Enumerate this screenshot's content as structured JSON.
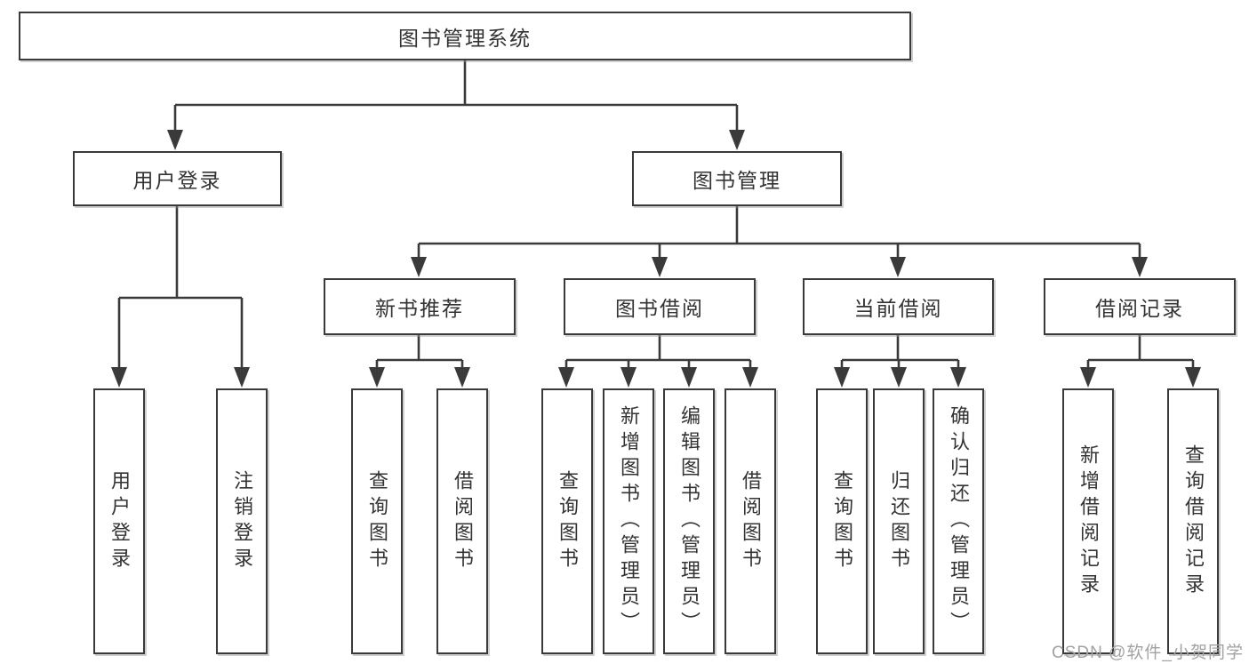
{
  "diagram": {
    "root": {
      "label": "图书管理系统"
    },
    "children": [
      {
        "label": "用户登录",
        "children": [
          {
            "label": "用户登录"
          },
          {
            "label": "注销登录"
          }
        ]
      },
      {
        "label": "图书管理",
        "children": [
          {
            "label": "新书推荐",
            "children": [
              {
                "label": "查询图书"
              },
              {
                "label": "借阅图书"
              }
            ]
          },
          {
            "label": "图书借阅",
            "children": [
              {
                "label": "查询图书"
              },
              {
                "label": "新增图书（管理员）"
              },
              {
                "label": "编辑图书（管理员）"
              },
              {
                "label": "借阅图书"
              }
            ]
          },
          {
            "label": "当前借阅",
            "children": [
              {
                "label": "查询图书"
              },
              {
                "label": "归还图书"
              },
              {
                "label": "确认归还（管理员）"
              }
            ]
          },
          {
            "label": "借阅记录",
            "children": [
              {
                "label": "新增借阅记录"
              },
              {
                "label": "查询借阅记录"
              }
            ]
          }
        ]
      }
    ],
    "line_color": "#3a3a3a",
    "text_color": "#333333",
    "background_color": "#ffffff"
  },
  "watermark": {
    "text": "CSDN @软件_小贺同学"
  }
}
